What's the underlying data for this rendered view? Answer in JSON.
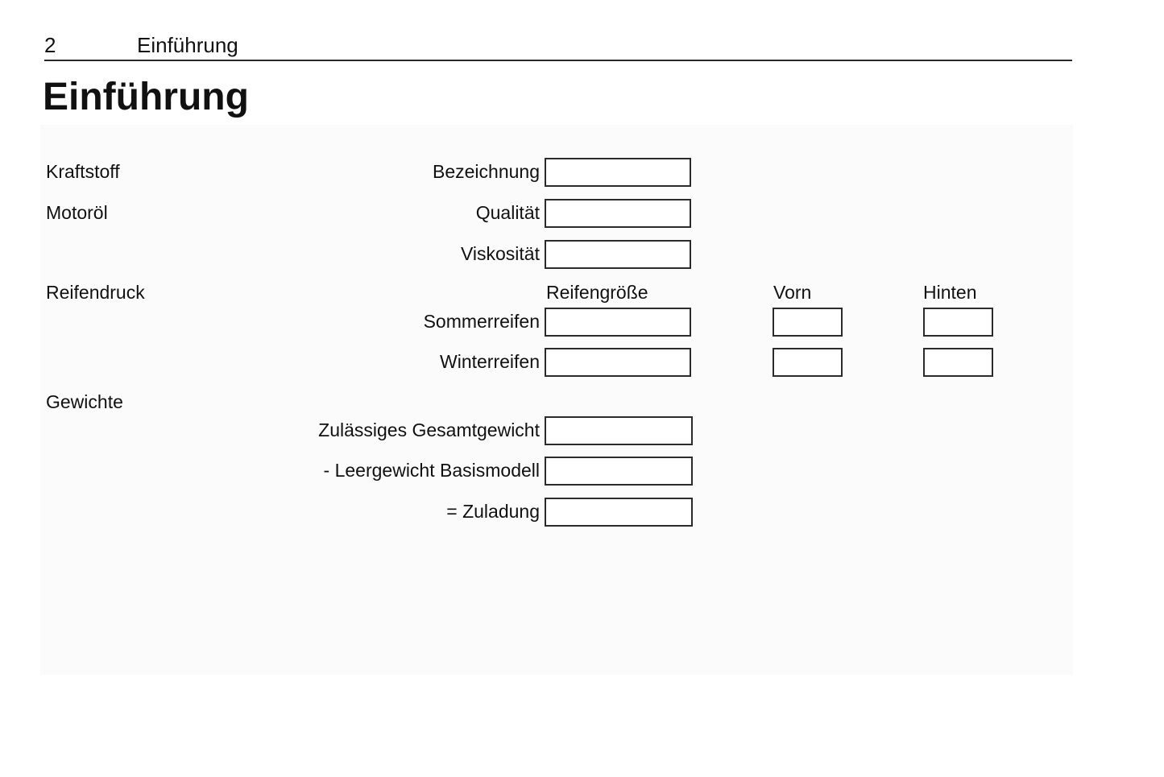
{
  "header": {
    "page_number": "2",
    "chapter": "Einführung"
  },
  "title": "Einführung",
  "form": {
    "sections": {
      "kraftstoff": "Kraftstoff",
      "motoroel": "Motoröl",
      "reifendruck": "Reifendruck",
      "gewichte": "Gewichte"
    },
    "fluid_fields": {
      "bezeichnung": {
        "label": "Bezeichnung",
        "value": ""
      },
      "qualitaet": {
        "label": "Qualität",
        "value": ""
      },
      "viskositaet": {
        "label": "Viskosität",
        "value": ""
      }
    },
    "tire_table": {
      "columns": {
        "size": "Reifengröße",
        "front": "Vorn",
        "rear": "Hinten"
      },
      "rows": {
        "sommer": {
          "label": "Sommerreifen",
          "size": "",
          "front": "",
          "rear": ""
        },
        "winter": {
          "label": "Winterreifen",
          "size": "",
          "front": "",
          "rear": ""
        }
      }
    },
    "weight_fields": {
      "gesamtgewicht": {
        "label": "Zulässiges Gesamtgewicht",
        "value": ""
      },
      "leergewicht": {
        "label": "- Leergewicht Basismodell",
        "value": ""
      },
      "zuladung": {
        "label": "= Zuladung",
        "value": ""
      }
    }
  },
  "colors": {
    "text": "#111111",
    "panel_bg": "#fbfbfb",
    "box_border": "#2b2b2b",
    "rule": "#2a2a2a"
  }
}
